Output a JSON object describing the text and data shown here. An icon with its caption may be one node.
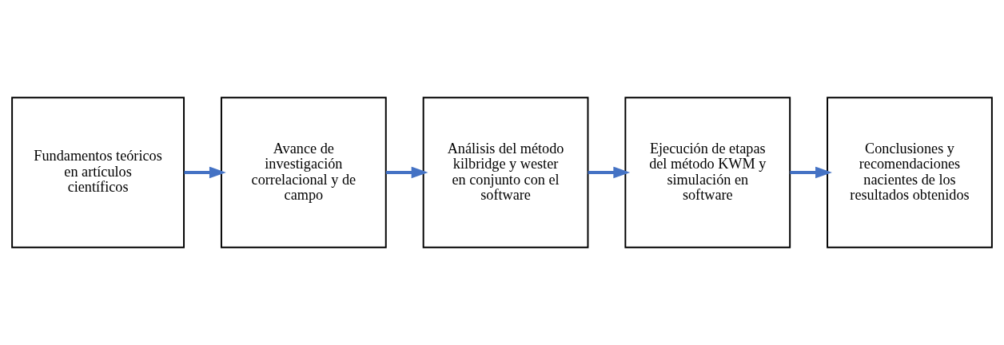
{
  "diagram": {
    "nodes": [
      {
        "text": [
          "Fundamentos teóricos en artículos científicos"
        ]
      },
      {
        "text": [
          "Avance de investigación correlacional y de campo"
        ]
      },
      {
        "text": [
          "Análisis del método kilbridge y wester en conjunto con el software"
        ]
      },
      {
        "text": [
          "Ejecución de etapas del método KWM y simulación en software"
        ]
      },
      {
        "text": [
          "Conclusiones y recomendaciones nacientes de los resultados obtenidos"
        ]
      }
    ],
    "edges": [
      {
        "from": 0,
        "to": 1,
        "arrow": "to"
      },
      {
        "from": 1,
        "to": 2,
        "arrow": "to"
      },
      {
        "from": 2,
        "to": 3,
        "arrow": "to"
      },
      {
        "from": 3,
        "to": 4,
        "arrow": "to"
      }
    ]
  }
}
